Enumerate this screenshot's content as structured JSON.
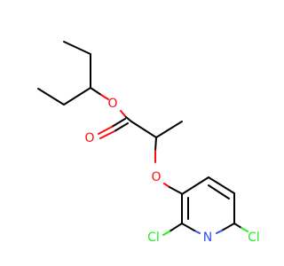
{
  "molecule": {
    "atoms": {
      "o_ester": {
        "label": "O",
        "color": "#ff0d0d"
      },
      "o_carbonyl": {
        "label": "O",
        "color": "#ff0d0d"
      },
      "o_ether": {
        "label": "O",
        "color": "#ff0d0d"
      },
      "n_ring": {
        "label": "N",
        "color": "#3050f8"
      },
      "cl_left": {
        "label": "Cl",
        "color": "#1ff01f"
      },
      "cl_right": {
        "label": "Cl",
        "color": "#1ff01f"
      }
    }
  }
}
